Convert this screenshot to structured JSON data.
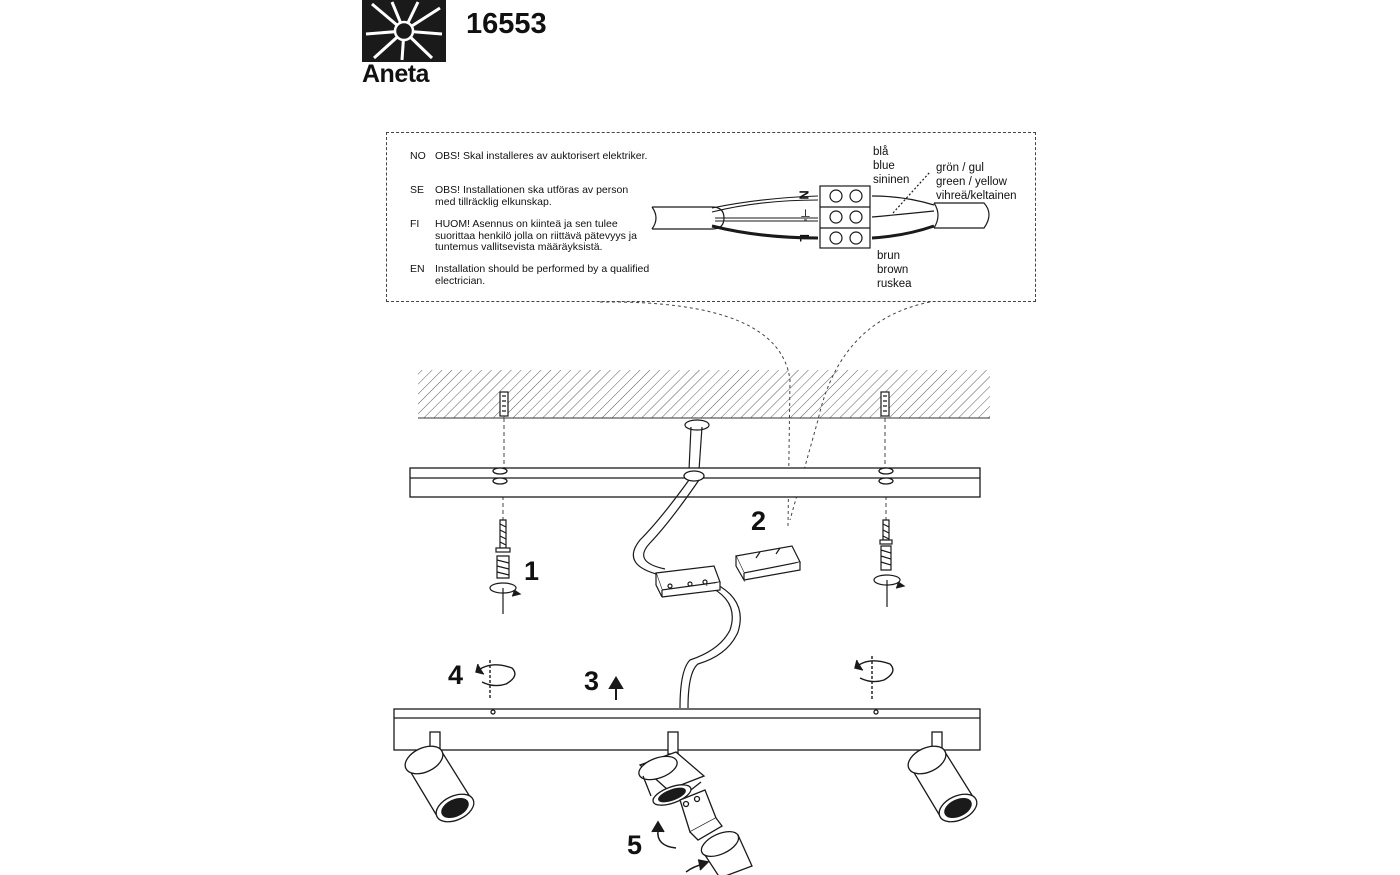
{
  "header": {
    "brand": "Aneta",
    "product_number": "16553"
  },
  "notices": [
    {
      "code": "NO",
      "text": "OBS! Skal installeres av auktorisert elektriker."
    },
    {
      "code": "SE",
      "text": "OBS! Installationen ska utföras av person med tillräcklig elkunskap."
    },
    {
      "code": "FI",
      "text": "HUOM! Asennus on kiinteä ja sen tulee suorittaa henkilö jolla on riittävä pätevyys ja tuntemus vallitsevista määräyksistä."
    },
    {
      "code": "EN",
      "text": "Installation should be performed by a qualified electrician."
    }
  ],
  "wiring": {
    "neutral": {
      "terminal": "N",
      "labels": [
        "blå",
        "blue",
        "sininen"
      ]
    },
    "earth": {
      "terminal": "⏚",
      "labels": [
        "grön / gul",
        "green / yellow",
        "vihreä/keltainen"
      ]
    },
    "live": {
      "terminal": "L",
      "labels": [
        "brun",
        "brown",
        "ruskea"
      ]
    }
  },
  "steps": [
    "1",
    "2",
    "3",
    "4",
    "5"
  ],
  "colors": {
    "line": "#1a1a1a",
    "background": "#ffffff"
  }
}
